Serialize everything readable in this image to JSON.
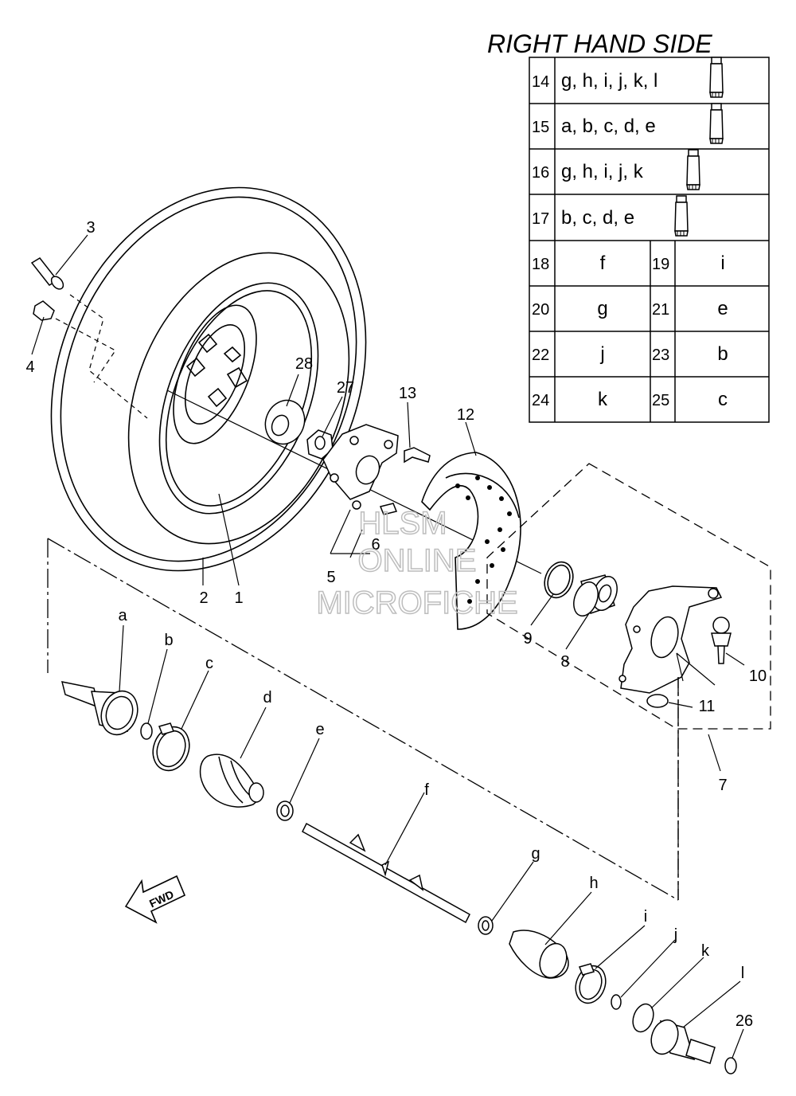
{
  "title": "RIGHT HAND SIDE",
  "watermark": [
    "HLSM",
    "ONLINE",
    "MICROFICHE"
  ],
  "fwd_label": "FWD",
  "table": {
    "tube_rows": [
      {
        "num": "14",
        "letters": "g, h, i, j, k, l",
        "icon": "grease-tube-icon"
      },
      {
        "num": "15",
        "letters": "a, b, c, d, e",
        "icon": "grease-tube-icon"
      },
      {
        "num": "16",
        "letters": "g, h, i, j, k",
        "icon": "grease-tube-icon"
      },
      {
        "num": "17",
        "letters": "b, c, d, e",
        "icon": "grease-tube-icon"
      }
    ],
    "pair_rows": [
      [
        {
          "num": "18",
          "letter": "f"
        },
        {
          "num": "19",
          "letter": "i"
        }
      ],
      [
        {
          "num": "20",
          "letter": "g"
        },
        {
          "num": "21",
          "letter": "e"
        }
      ],
      [
        {
          "num": "22",
          "letter": "j"
        },
        {
          "num": "23",
          "letter": "b"
        }
      ],
      [
        {
          "num": "24",
          "letter": "k"
        },
        {
          "num": "25",
          "letter": "c"
        }
      ]
    ]
  },
  "callouts": {
    "n1": "1",
    "n2": "2",
    "n3": "3",
    "n4": "4",
    "n5": "5",
    "n6": "6",
    "n7": "7",
    "n8": "8",
    "n9": "9",
    "n10": "10",
    "n11": "11",
    "n12": "12",
    "n13": "13",
    "n26": "26",
    "n27": "27",
    "n28": "28",
    "a": "a",
    "b": "b",
    "c": "c",
    "d": "d",
    "e": "e",
    "f": "f",
    "g": "g",
    "h": "h",
    "i": "i",
    "j": "j",
    "k": "k",
    "l": "l"
  }
}
